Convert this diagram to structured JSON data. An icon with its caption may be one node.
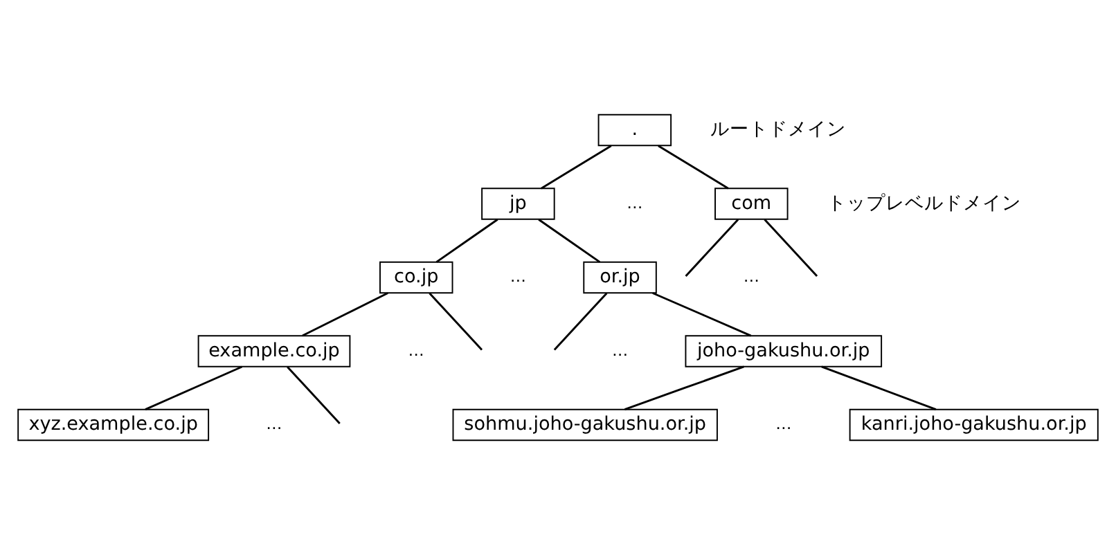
{
  "diagram": {
    "nodes": [
      {
        "text": [
          "."
        ],
        "beside": [
          "ルートドメイン"
        ]
      },
      {
        "text": [
          "jp"
        ]
      },
      {
        "text": [
          "com"
        ],
        "beside": [
          "トップレベルドメイン"
        ]
      },
      {
        "text": [
          "co.jp"
        ]
      },
      {
        "text": [
          "or.jp"
        ]
      },
      {
        "text": [
          "example.co.jp"
        ]
      },
      {
        "text": [
          "joho-gakushu.or.jp"
        ]
      },
      {
        "text": [
          "xyz.example.co.jp"
        ]
      },
      {
        "text": [
          "sohmu.joho-gakushu.or.jp"
        ]
      },
      {
        "text": [
          "kanri.joho-gakushu.or.jp"
        ]
      }
    ],
    "edges": [
      {
        "from": 0,
        "to": 1,
        "arrow": "none"
      },
      {
        "from": 0,
        "to": 2,
        "arrow": "none"
      },
      {
        "from": 1,
        "to": 3,
        "arrow": "none"
      },
      {
        "from": 1,
        "to": 4,
        "arrow": "none"
      },
      {
        "from": 2,
        "to": null,
        "arrow": "none"
      },
      {
        "from": 2,
        "to": null,
        "arrow": "none"
      },
      {
        "from": 3,
        "to": 5,
        "arrow": "none"
      },
      {
        "from": 3,
        "to": null,
        "arrow": "none"
      },
      {
        "from": 4,
        "to": null,
        "arrow": "none"
      },
      {
        "from": 4,
        "to": 6,
        "arrow": "none"
      },
      {
        "from": 5,
        "to": 7,
        "arrow": "none"
      },
      {
        "from": 5,
        "to": null,
        "arrow": "none"
      },
      {
        "from": 6,
        "to": 8,
        "arrow": "none"
      },
      {
        "from": 6,
        "to": 9,
        "arrow": "none"
      }
    ],
    "labels": [
      "…",
      "…",
      "…",
      "…",
      "…",
      "…",
      "…"
    ]
  }
}
